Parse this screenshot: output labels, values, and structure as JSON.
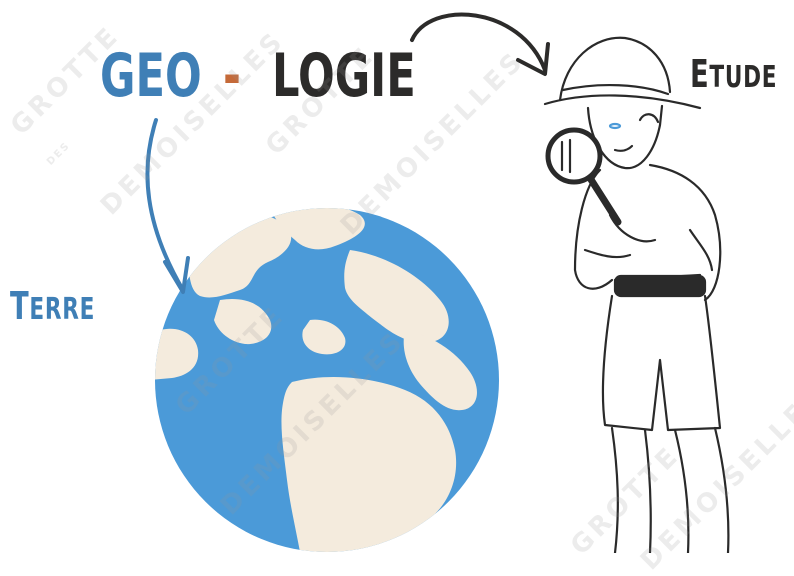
{
  "title": {
    "geo": "GEO",
    "separator": "-",
    "logie": "LOGIE"
  },
  "labels": {
    "terre_initial": "T",
    "terre_rest": "ERRE",
    "etude_initial": "E",
    "etude_rest": "TUDE"
  },
  "watermark": {
    "line1": "GROTTE",
    "mid": "DES",
    "line2": "DEMOISELLES"
  },
  "colors": {
    "blue": "#3f7fb6",
    "orange": "#c56a39",
    "dark": "#2c2b2a",
    "ocean": "#4b9ad8",
    "land": "#f4ebdd"
  },
  "icons": [
    "globe-illustration",
    "explorer-child-with-magnifier",
    "curved-arrow-down",
    "curved-arrow-right"
  ]
}
